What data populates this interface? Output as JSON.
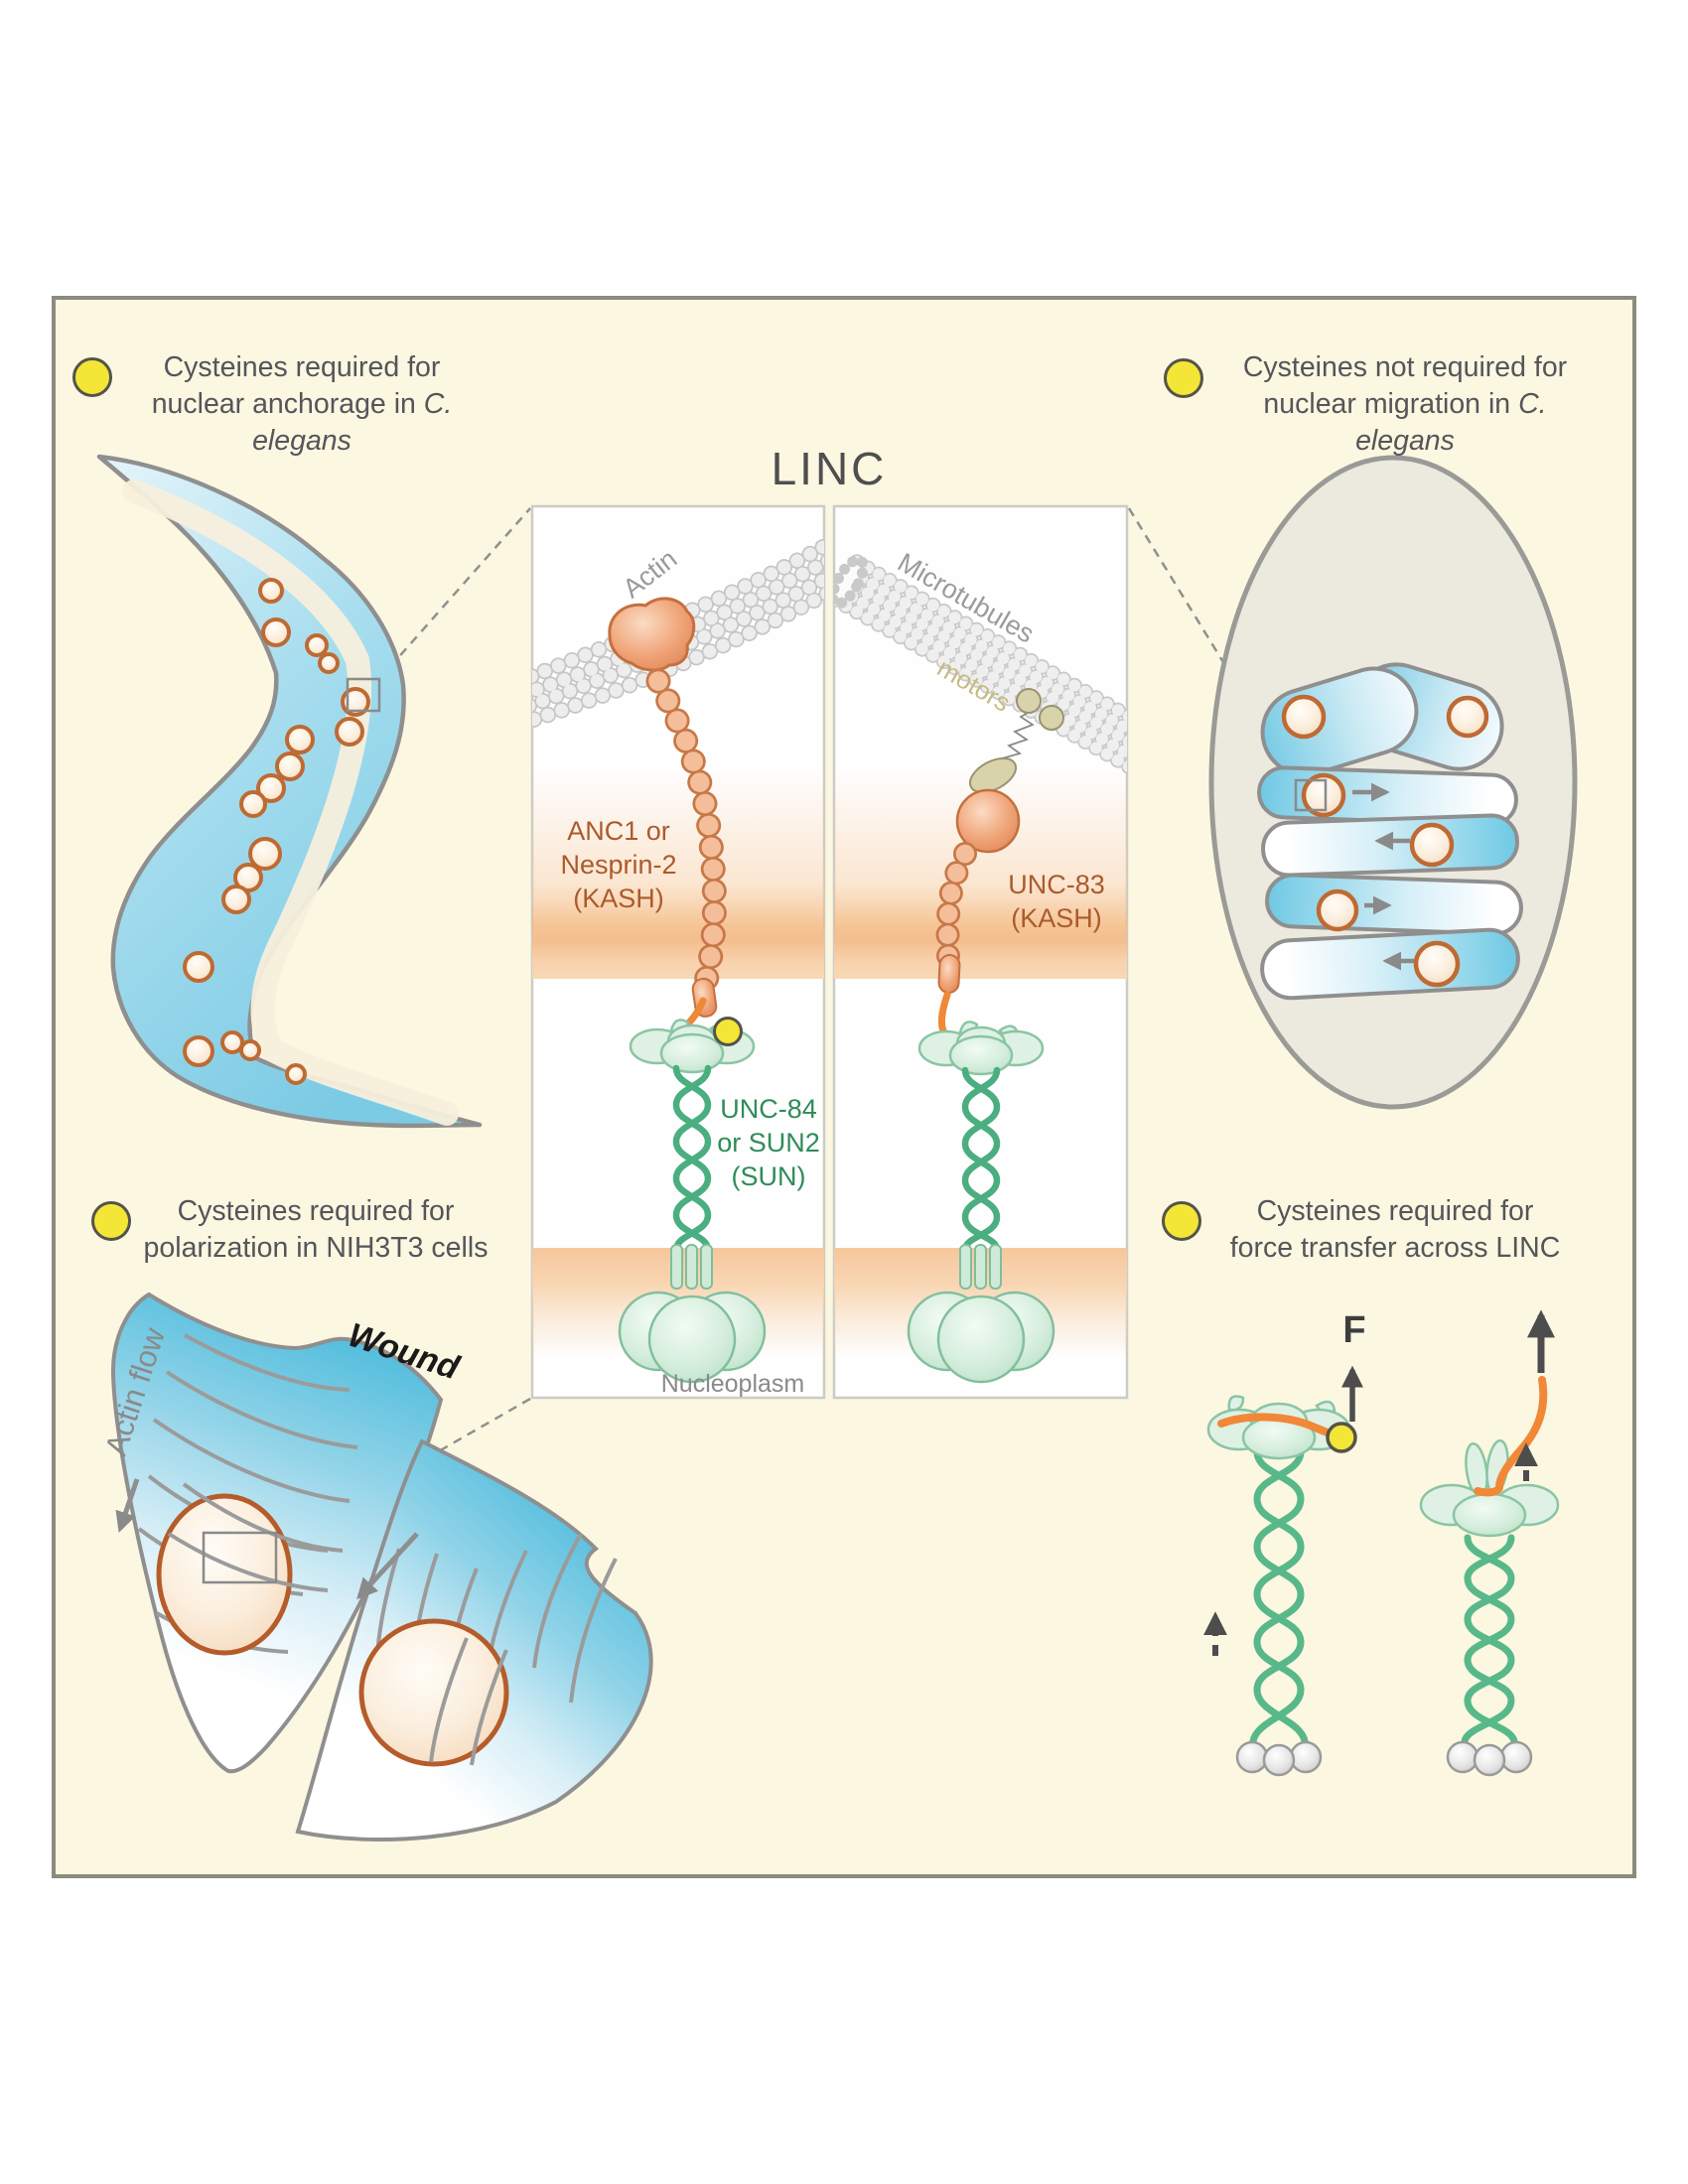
{
  "figure": {
    "title": "LINC",
    "legends": {
      "top_left": {
        "line1": "Cysteines required for",
        "line2": "nuclear anchorage in",
        "line2_italic": "C. elegans"
      },
      "top_right": {
        "line1": "Cysteines not required for",
        "line2": "nuclear migration in",
        "line2_italic": "C. elegans"
      },
      "bottom_left": {
        "line1": "Cysteines required for",
        "line2": "polarization in NIH3T3 cells",
        "line2_italic": ""
      },
      "bottom_right": {
        "line1": "Cysteines required for",
        "line2": "force transfer across LINC",
        "line2_italic": ""
      }
    },
    "panel_left": {
      "filament": "Actin",
      "nesprin_l1": "ANC1 or",
      "nesprin_l2": "Nesprin-2",
      "nesprin_l3": "(KASH)",
      "sun_l1": "UNC-84",
      "sun_l2": "or SUN2",
      "sun_l3": "(SUN)",
      "nucleoplasm": "Nucleoplasm"
    },
    "panel_right": {
      "filament": "Microtubules",
      "motors": "motors",
      "unc83_l1": "UNC-83",
      "unc83_l2": "(KASH)"
    },
    "wound_panel": {
      "wound": "Wound",
      "actin_flow": "Actin flow"
    },
    "force_panel": {
      "f": "F"
    },
    "colors": {
      "background_cream": "#FBF7E1",
      "cysteine_yellow": "#F3E636",
      "kash_orange": "#F08838",
      "nesprin_terracotta": "#AC5A2C",
      "sun_green": "#2F8C58",
      "membrane_peach": "#F5C497",
      "cell_blue": "#56BEDC",
      "outline_gray": "#8F8F8F"
    }
  }
}
